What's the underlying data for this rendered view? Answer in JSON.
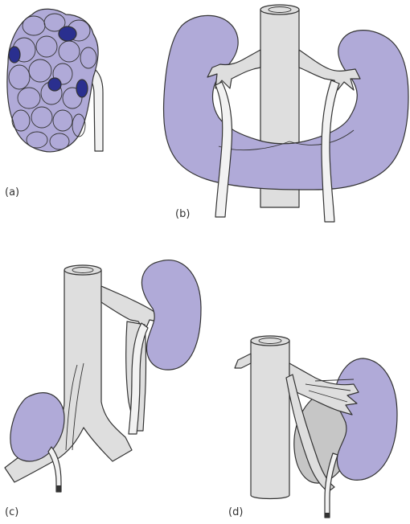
{
  "figure": {
    "panels": [
      {
        "label": "(a)"
      },
      {
        "label": "(b)"
      },
      {
        "label": "(c)"
      },
      {
        "label": "(d)"
      }
    ]
  },
  "colors": {
    "kidney": "#b0aad8",
    "lobule_dark": "#2a2f8f",
    "vessel": "#dedede",
    "vessel_dark": "#c6c6c6",
    "ureter": "#f2f2f2",
    "outline": "#333333"
  }
}
